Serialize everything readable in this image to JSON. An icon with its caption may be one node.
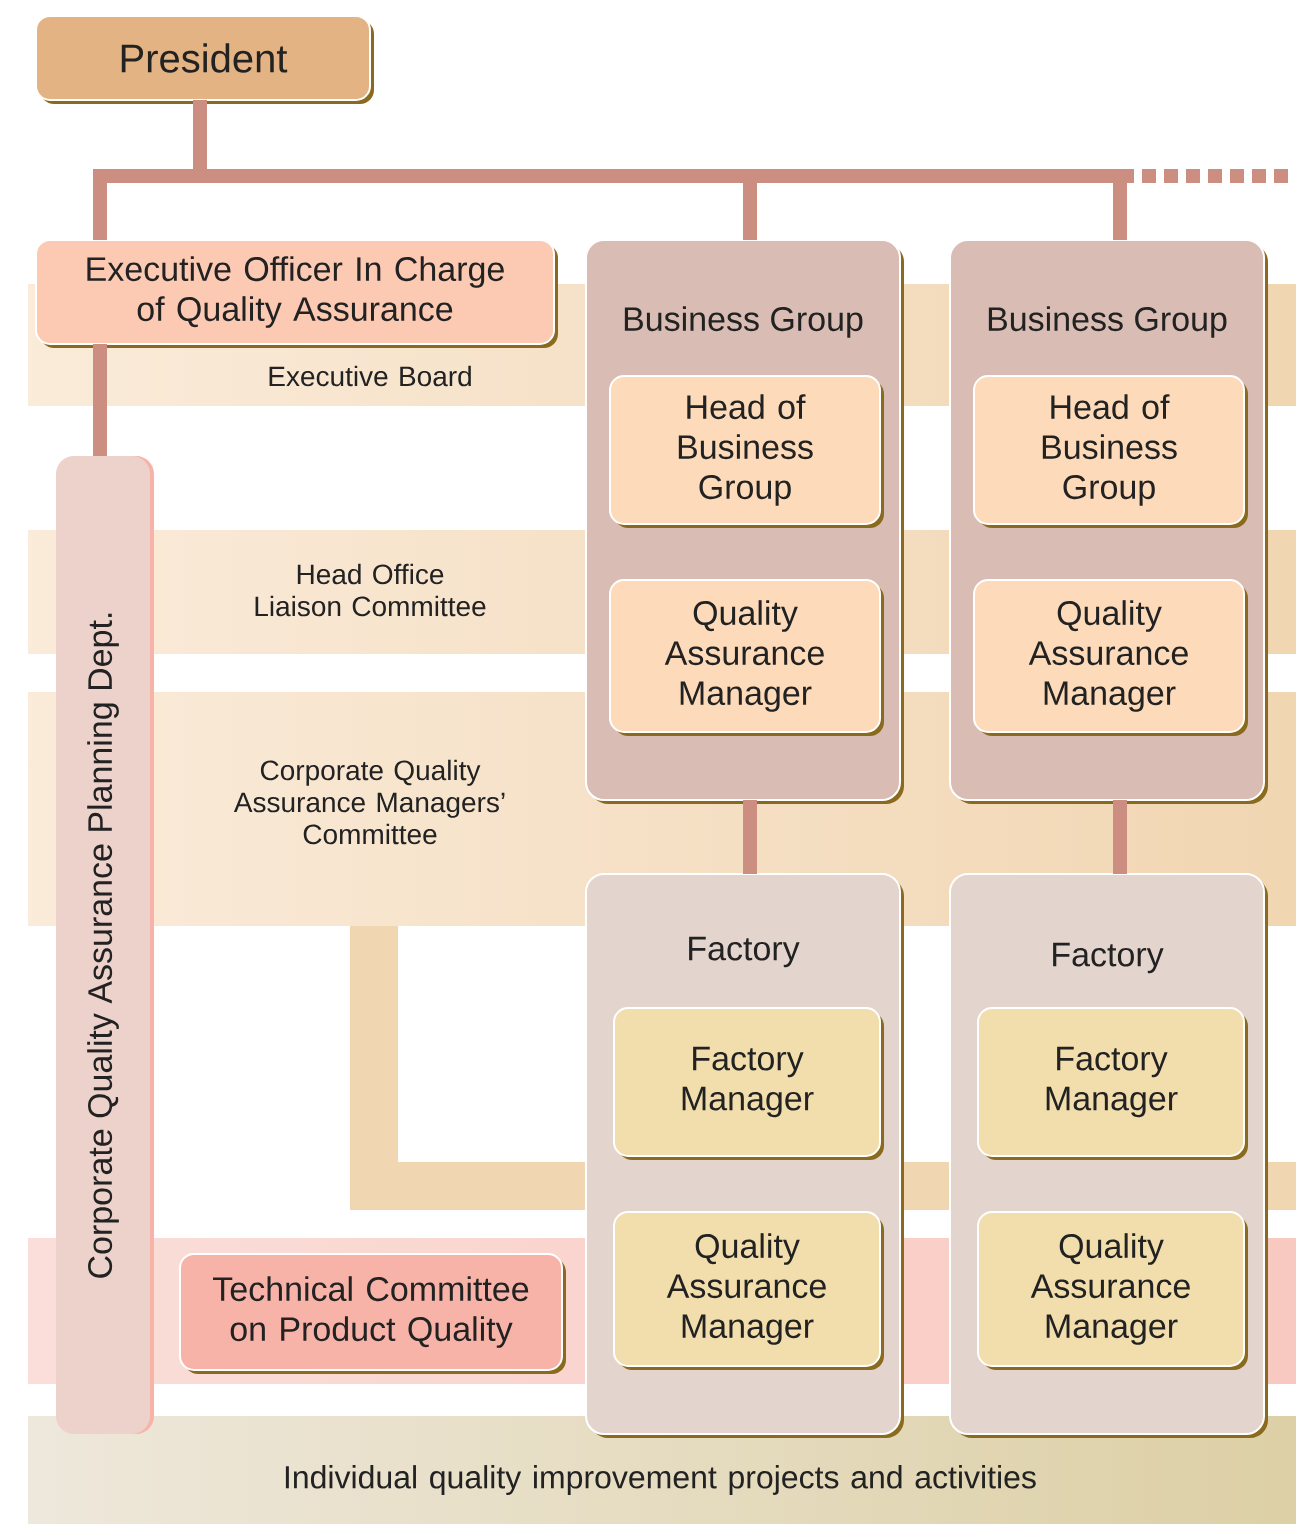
{
  "diagram": {
    "nodes": [
      {
        "text": [
          "President"
        ]
      },
      {
        "text": [
          "Executive Officer In Charge of Quality Assurance"
        ]
      },
      {
        "text": [
          "Executive Board"
        ]
      },
      {
        "text": [
          "Business Group"
        ]
      },
      {
        "text": [
          "Head of Business Group"
        ],
        "in": 3
      },
      {
        "text": [
          "Quality Assurance Manager"
        ],
        "in": 3
      },
      {
        "text": [
          "Business Group"
        ]
      },
      {
        "text": [
          "Head of Business Group"
        ],
        "in": 6
      },
      {
        "text": [
          "Quality Assurance Manager"
        ],
        "in": 6
      },
      {
        "text": [
          "Corporate Quality Assurance Planning Dept."
        ]
      },
      {
        "text": [
          "Head Office Liaison Committee"
        ]
      },
      {
        "text": [
          "Corporate Quality Assurance Managers’ Committee"
        ]
      },
      {
        "text": [
          "Factory"
        ]
      },
      {
        "text": [
          "Factory Manager"
        ],
        "in": 12
      },
      {
        "text": [
          "Quality Assurance Manager"
        ],
        "in": 12
      },
      {
        "text": [
          "Factory"
        ]
      },
      {
        "text": [
          "Factory Manager"
        ],
        "in": 15
      },
      {
        "text": [
          "Quality Assurance Manager"
        ],
        "in": 15
      },
      {
        "text": [
          "Technical Committee on Product Quality"
        ]
      },
      {
        "text": [
          "Individual quality improvement projects and activities"
        ]
      }
    ],
    "edges": [
      {
        "from": 0,
        "to": 1,
        "arrow": "none"
      },
      {
        "from": 0,
        "to": 3,
        "arrow": "none"
      },
      {
        "from": 0,
        "to": 6,
        "arrow": "none"
      },
      {
        "from": 0,
        "to": null,
        "arrow": "none",
        "style": "dashed"
      },
      {
        "from": 1,
        "to": 9,
        "arrow": "none"
      },
      {
        "from": 3,
        "to": 12,
        "arrow": "none"
      },
      {
        "from": 6,
        "to": 15,
        "arrow": "none"
      }
    ]
  }
}
